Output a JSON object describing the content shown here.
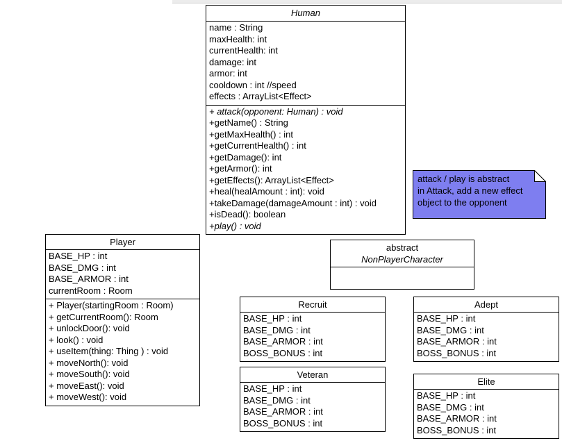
{
  "note": {
    "fill": "#7e7ef0",
    "fold_fill": "#ffffff",
    "lines": [
      "attack / play is abstract",
      "in Attack, add a new effect",
      "object to the opponent"
    ]
  },
  "classes": {
    "human": {
      "title": "Human",
      "attributes": [
        "name : String",
        "maxHealth: int",
        "currentHealth: int",
        "damage: int",
        "armor: int",
        "cooldown : int //speed",
        "effects : ArrayList<Effect>"
      ],
      "methods": [
        {
          "t": "+ attack(opponent: Human) : void",
          "i": true
        },
        "+getName() : String",
        "+getMaxHealth() : int",
        "+getCurrentHealth() : int",
        "+getDamage(): int",
        "+getArmor(): int",
        "+getEffects(): ArrayList<Effect>",
        "+heal(healAmount : int): void",
        "+takeDamage(damageAmount : int) : void",
        "+isDead(): boolean",
        {
          "t": "+play() : void",
          "i": true
        }
      ]
    },
    "player": {
      "title": "Player",
      "attributes": [
        "BASE_HP : int",
        "BASE_DMG : int",
        "BASE_ARMOR : int",
        "currentRoom : Room"
      ],
      "methods": [
        "+ Player(startingRoom : Room)",
        "+ getCurrentRoom(): Room",
        "+ unlockDoor(): void",
        "+ look() : void",
        "+ useItem(thing: Thing ) : void",
        "+ moveNorth(): void",
        "+ moveSouth(): void",
        "+ moveEast(): void",
        "+ moveWest(): void"
      ]
    },
    "npc": {
      "stereotype": "abstract",
      "title": "NonPlayerCharacter"
    },
    "recruit": {
      "title": "Recruit",
      "attributes": [
        "BASE_HP : int",
        "BASE_DMG : int",
        "BASE_ARMOR : int",
        "BOSS_BONUS : int"
      ]
    },
    "adept": {
      "title": "Adept",
      "attributes": [
        "BASE_HP : int",
        "BASE_DMG : int",
        "BASE_ARMOR : int",
        "BOSS_BONUS : int"
      ]
    },
    "veteran": {
      "title": "Veteran",
      "attributes": [
        "BASE_HP : int",
        "BASE_DMG : int",
        "BASE_ARMOR : int",
        "BOSS_BONUS : int"
      ]
    },
    "elite": {
      "title": "Elite",
      "attributes": [
        "BASE_HP : int",
        "BASE_DMG : int",
        "BASE_ARMOR : int",
        "BOSS_BONUS : int"
      ]
    }
  }
}
